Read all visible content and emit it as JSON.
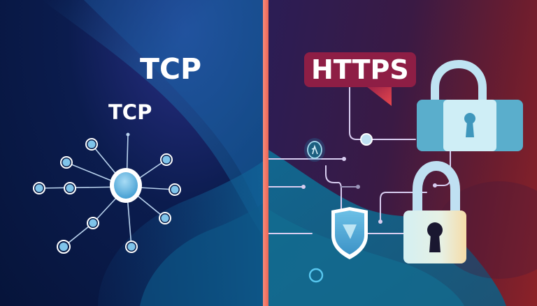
{
  "left_panel": {
    "title_large": "TCP",
    "title_small": "TCP",
    "diagram": "hub-and-spoke network",
    "hub_color": "#5fb3e0",
    "node_color": "#7fc4ea"
  },
  "right_panel": {
    "badge_label": "HTTPS",
    "badge_color": "#8e1e45",
    "badge_tail_color": "#e2474f",
    "icons": [
      "lock-icon",
      "lock-icon",
      "shield-check-icon",
      "circuit-node-icon"
    ]
  },
  "divider_color": "#f27563",
  "colors": {
    "left_bg": "#06143a",
    "right_bg_start": "#2b1d55",
    "right_bg_end": "#8c2228",
    "circuit_line": "#d8cdf0",
    "lock_body": "#cfeef4",
    "lock_blue": "#5aaecc"
  }
}
